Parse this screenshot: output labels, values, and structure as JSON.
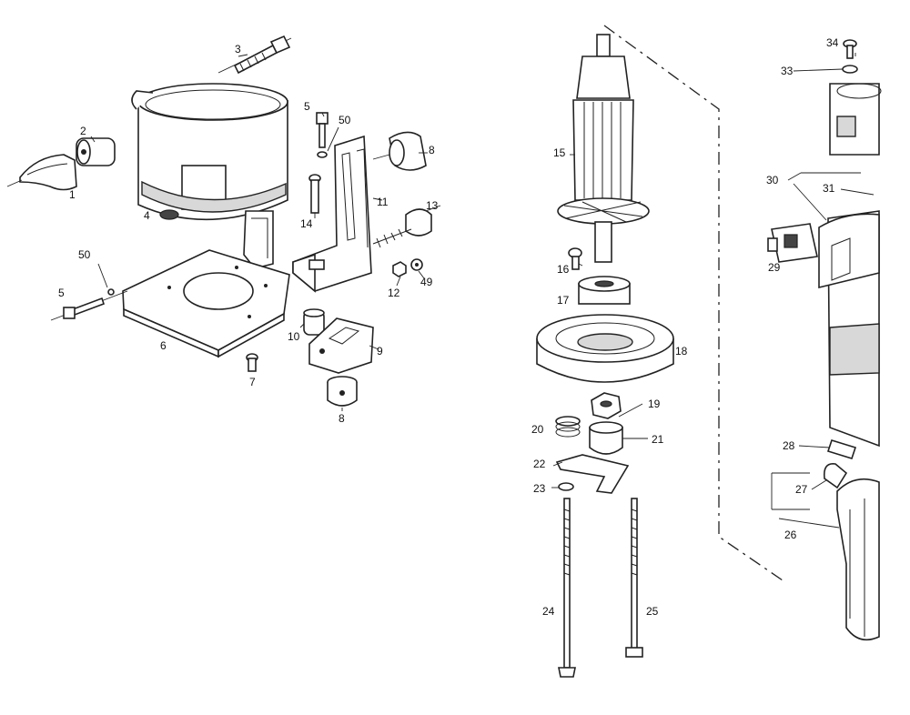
{
  "callouts": {
    "c1": "1",
    "c2": "2",
    "c3": "3",
    "c4": "4",
    "c5a": "5",
    "c5b": "5",
    "c6": "6",
    "c7": "7",
    "c8a": "8",
    "c8b": "8",
    "c9": "9",
    "c10": "10",
    "c11": "11",
    "c12": "12",
    "c13": "13",
    "c14": "14",
    "c15": "15",
    "c16": "16",
    "c17": "17",
    "c18": "18",
    "c19": "19",
    "c20": "20",
    "c21": "21",
    "c22": "22",
    "c23": "23",
    "c24": "24",
    "c25": "25",
    "c26": "26",
    "c27": "27",
    "c28": "28",
    "c29": "29",
    "c30": "30",
    "c31": "31",
    "c33": "33",
    "c34": "34",
    "c49": "49",
    "c50a": "50",
    "c50b": "50"
  }
}
